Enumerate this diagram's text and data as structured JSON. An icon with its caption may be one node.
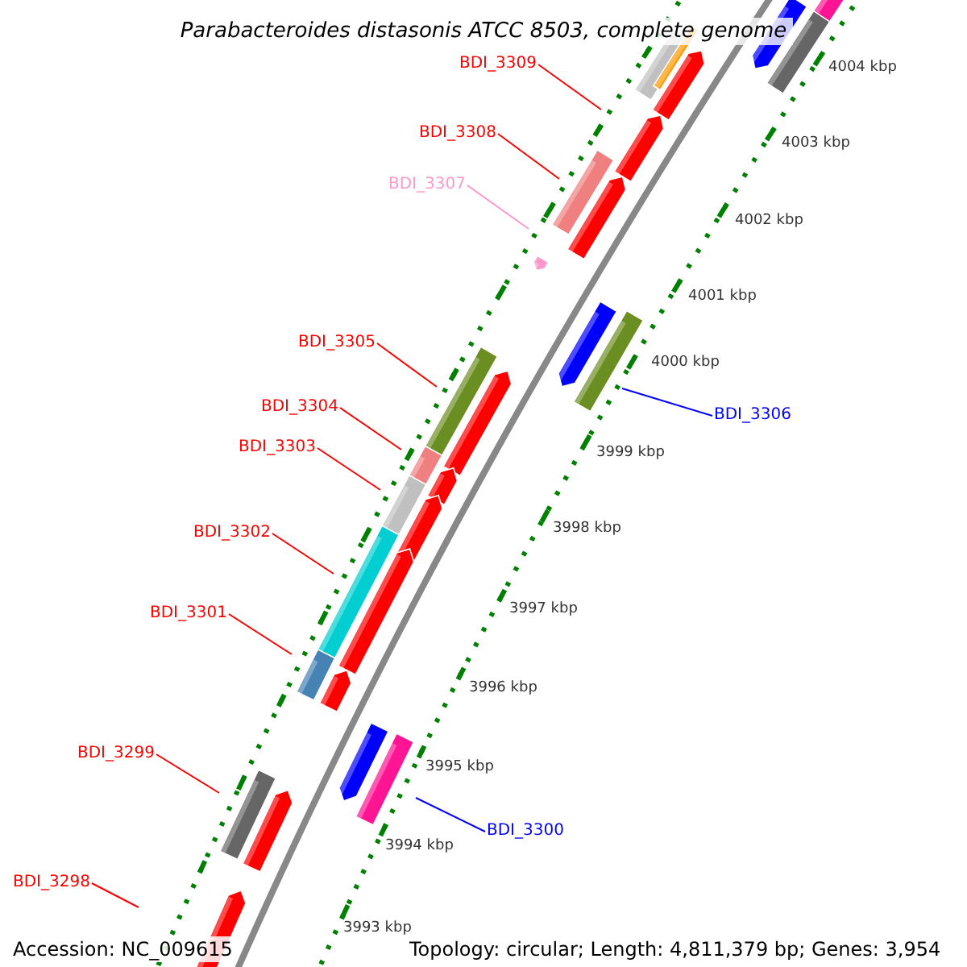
{
  "diagram": {
    "title": "Parabacteroides distasonis ATCC 8503, complete genome",
    "nodes": [
      {
        "text": [
          "BDI_3309"
        ]
      },
      {
        "text": [
          "BDI_3308"
        ]
      },
      {
        "text": [
          "BDI_3307"
        ]
      },
      {
        "text": [
          "BDI_3305"
        ]
      },
      {
        "text": [
          "BDI_3304"
        ]
      },
      {
        "text": [
          "BDI_3306"
        ]
      },
      {
        "text": [
          "BDI_3303"
        ]
      },
      {
        "text": [
          "BDI_3302"
        ]
      },
      {
        "text": [
          "BDI_3301"
        ]
      },
      {
        "text": [
          "BDI_3299"
        ]
      },
      {
        "text": [
          "BDI_3300"
        ]
      },
      {
        "text": [
          "BDI_3298"
        ]
      }
    ],
    "edges": [
      {
        "from": 0,
        "to": null,
        "arrow": "none"
      },
      {
        "from": 1,
        "to": null,
        "arrow": "none"
      },
      {
        "from": 2,
        "to": null,
        "arrow": "none",
        "color": "#ff99cc"
      },
      {
        "from": 3,
        "to": null,
        "arrow": "none"
      },
      {
        "from": 4,
        "to": null,
        "arrow": "none"
      },
      {
        "from": 5,
        "to": null,
        "arrow": "none",
        "color": "#0000ff"
      },
      {
        "from": 6,
        "to": null,
        "arrow": "none"
      },
      {
        "from": 7,
        "to": null,
        "arrow": "none"
      },
      {
        "from": 8,
        "to": null,
        "arrow": "none"
      },
      {
        "from": 9,
        "to": null,
        "arrow": "none"
      },
      {
        "from": 10,
        "to": null,
        "arrow": "none",
        "color": "#0000ff"
      },
      {
        "from": 11,
        "to": null,
        "arrow": "none"
      }
    ],
    "labels": [
      "4004 kbp",
      "4003 kbp",
      "4002 kbp",
      "4001 kbp",
      "4000 kbp",
      "3999 kbp",
      "3998 kbp",
      "3997 kbp",
      "3996 kbp",
      "3995 kbp",
      "3994 kbp",
      "3993 kbp",
      "Accession: NC_009615",
      "Topology: circular; Length: 4,811,379 bp; Genes: 3,954"
    ]
  }
}
